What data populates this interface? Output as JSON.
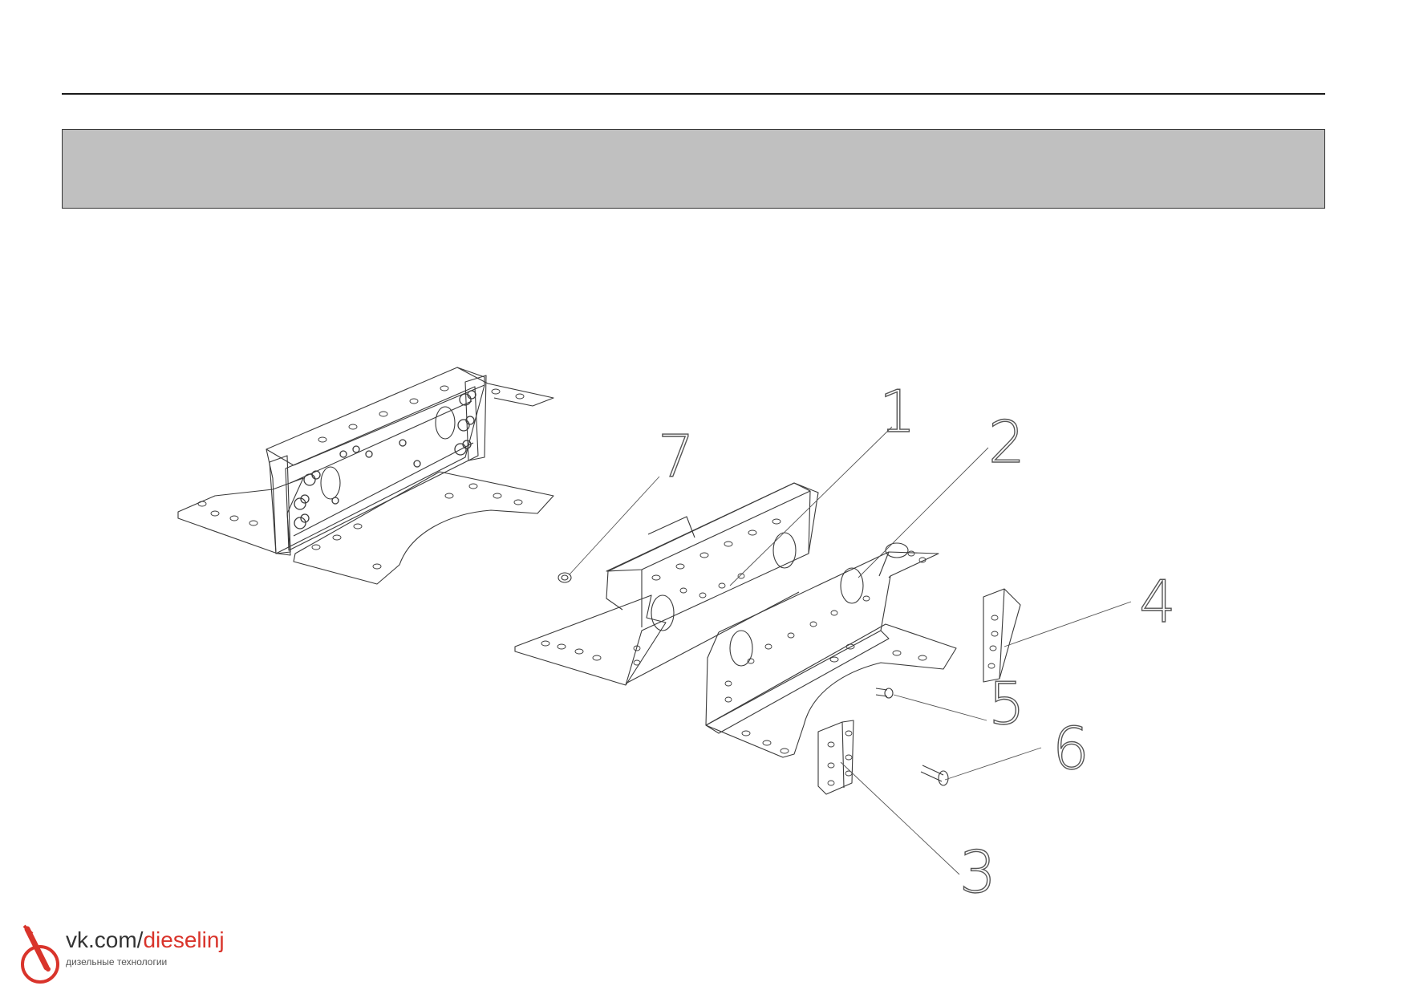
{
  "diagram": {
    "callouts": [
      {
        "id": "callout-1",
        "label": "1"
      },
      {
        "id": "callout-2",
        "label": "2"
      },
      {
        "id": "callout-3",
        "label": "3"
      },
      {
        "id": "callout-4",
        "label": "4"
      },
      {
        "id": "callout-5",
        "label": "5"
      },
      {
        "id": "callout-6",
        "label": "6"
      },
      {
        "id": "callout-7",
        "label": "7"
      }
    ]
  },
  "watermark": {
    "url_prefix": "vk.com/",
    "url_accent": "dieselinj",
    "subtitle": "дизельные технологии",
    "accent_color": "#d9342b"
  }
}
